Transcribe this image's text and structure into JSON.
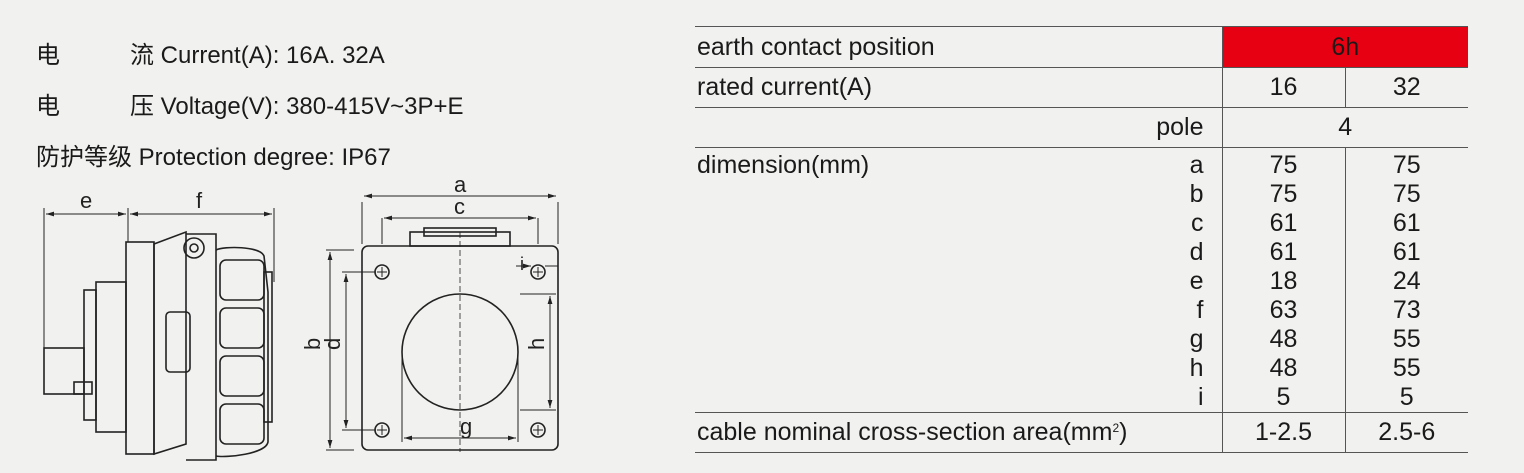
{
  "specs": [
    {
      "cn_a": "电",
      "cn_b": "流",
      "en": "Current(A): 16A. 32A"
    },
    {
      "cn_a": "电",
      "cn_b": "压",
      "en": "Voltage(V): 380-415V~3P+E"
    },
    {
      "cn": "防护等级",
      "en": "Protection degree: IP67"
    }
  ],
  "drawing_labels": {
    "a": "a",
    "b": "b",
    "c": "c",
    "d": "d",
    "e": "e",
    "f": "f",
    "g": "g",
    "h": "h",
    "i": "i"
  },
  "table": {
    "earth_label": "earth contact position",
    "earth_value": "6h",
    "earth_color": "#e60012",
    "rated_label": "rated current(A)",
    "rated_values": [
      "16",
      "32"
    ],
    "pole_label": "pole",
    "pole_value": "4",
    "dimension_label": "dimension(mm)",
    "dim_keys": [
      "a",
      "b",
      "c",
      "d",
      "e",
      "f",
      "g",
      "h",
      "i"
    ],
    "dim_16": [
      "75",
      "75",
      "61",
      "61",
      "18",
      "63",
      "48",
      "48",
      "5"
    ],
    "dim_32": [
      "75",
      "75",
      "61",
      "61",
      "24",
      "73",
      "55",
      "55",
      "5"
    ],
    "cable_label": "cable nominal cross-section area(mm",
    "cable_sup": "2",
    "cable_suffix": ")",
    "cable_values": [
      "1-2.5",
      "2.5-6"
    ]
  }
}
